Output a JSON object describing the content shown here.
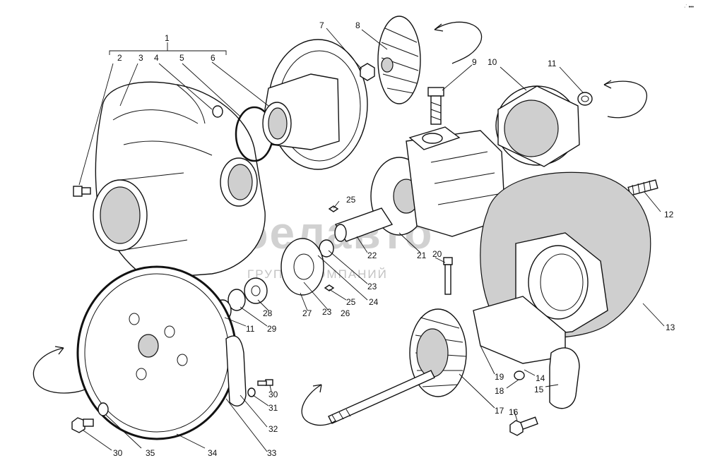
{
  "figure": {
    "corner_mark": "·˙ •••"
  },
  "watermark": {
    "main": "белавто",
    "sub": "ГРУППА КОМПАНИЙ"
  },
  "callouts": [
    {
      "id": "c1",
      "label": "1"
    },
    {
      "id": "c2",
      "label": "2"
    },
    {
      "id": "c3",
      "label": "3"
    },
    {
      "id": "c4",
      "label": "4"
    },
    {
      "id": "c5",
      "label": "5"
    },
    {
      "id": "c6",
      "label": "6"
    },
    {
      "id": "c7",
      "label": "7"
    },
    {
      "id": "c8",
      "label": "8"
    },
    {
      "id": "c9",
      "label": "9"
    },
    {
      "id": "c10",
      "label": "10"
    },
    {
      "id": "c11a",
      "label": "11"
    },
    {
      "id": "c11b",
      "label": "11"
    },
    {
      "id": "c12",
      "label": "12"
    },
    {
      "id": "c13",
      "label": "13"
    },
    {
      "id": "c14",
      "label": "14"
    },
    {
      "id": "c15",
      "label": "15"
    },
    {
      "id": "c16",
      "label": "16"
    },
    {
      "id": "c17",
      "label": "17"
    },
    {
      "id": "c18",
      "label": "18"
    },
    {
      "id": "c19",
      "label": "19"
    },
    {
      "id": "c20",
      "label": "20"
    },
    {
      "id": "c21",
      "label": "21"
    },
    {
      "id": "c22",
      "label": "22"
    },
    {
      "id": "c23a",
      "label": "23"
    },
    {
      "id": "c23b",
      "label": "23"
    },
    {
      "id": "c24",
      "label": "24"
    },
    {
      "id": "c25a",
      "label": "25"
    },
    {
      "id": "c25b",
      "label": "25"
    },
    {
      "id": "c26",
      "label": "26"
    },
    {
      "id": "c27",
      "label": "27"
    },
    {
      "id": "c28",
      "label": "28"
    },
    {
      "id": "c29",
      "label": "29"
    },
    {
      "id": "c30a",
      "label": "30"
    },
    {
      "id": "c30b",
      "label": "30"
    },
    {
      "id": "c31",
      "label": "31"
    },
    {
      "id": "c32",
      "label": "32"
    },
    {
      "id": "c33",
      "label": "33"
    },
    {
      "id": "c34",
      "label": "34"
    },
    {
      "id": "c35",
      "label": "35"
    }
  ]
}
